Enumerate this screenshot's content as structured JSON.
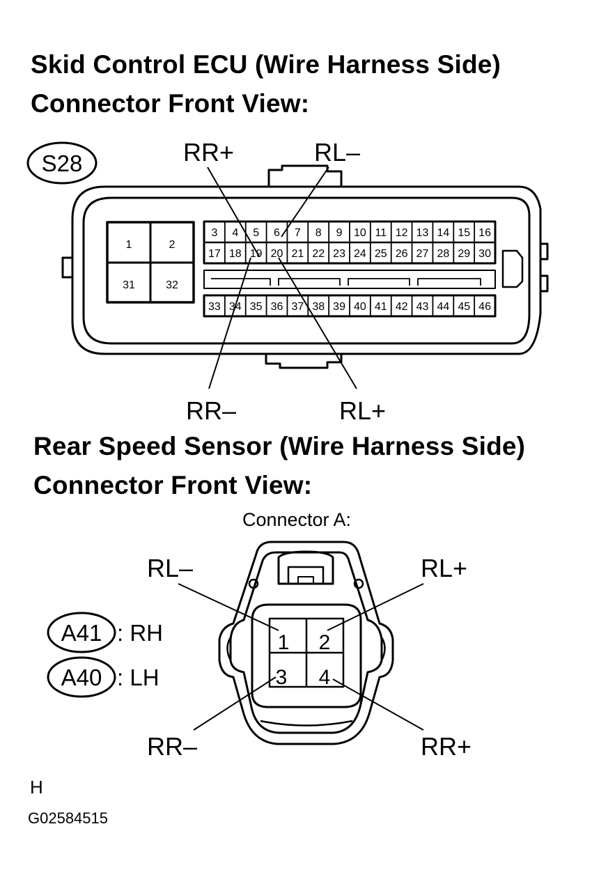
{
  "ecu": {
    "title_line1": "Skid Control ECU (Wire Harness Side)",
    "title_line2": "Connector Front View:",
    "connector_code": "S28",
    "pins_block_left": [
      "1",
      "2",
      "31",
      "32"
    ],
    "pins_row1": [
      "3",
      "4",
      "5",
      "6",
      "7",
      "8",
      "9",
      "10",
      "11",
      "12",
      "13",
      "14",
      "15",
      "16"
    ],
    "pins_row2": [
      "17",
      "18",
      "19",
      "20",
      "21",
      "22",
      "23",
      "24",
      "25",
      "26",
      "27",
      "28",
      "29",
      "30"
    ],
    "pins_row3": [
      "33",
      "34",
      "35",
      "36",
      "37",
      "38",
      "39",
      "40",
      "41",
      "42",
      "43",
      "44",
      "45",
      "46"
    ],
    "callout_rr_plus": "RR+",
    "callout_rl_minus": "RL–",
    "callout_rr_minus": "RR–",
    "callout_rl_plus": "RL+"
  },
  "sensor": {
    "title_line1": "Rear Speed Sensor (Wire Harness Side)",
    "title_line2": "Connector Front View:",
    "connector_label": "Connector A:",
    "code_rh": "A41",
    "code_rh_side": ": RH",
    "code_lh": "A40",
    "code_lh_side": ": LH",
    "pins": [
      "1",
      "2",
      "3",
      "4"
    ],
    "callout_rl_minus": "RL–",
    "callout_rl_plus": "RL+",
    "callout_rr_minus": "RR–",
    "callout_rr_plus": "RR+"
  },
  "footer": {
    "letter": "H",
    "figure_id": "G02584515"
  }
}
